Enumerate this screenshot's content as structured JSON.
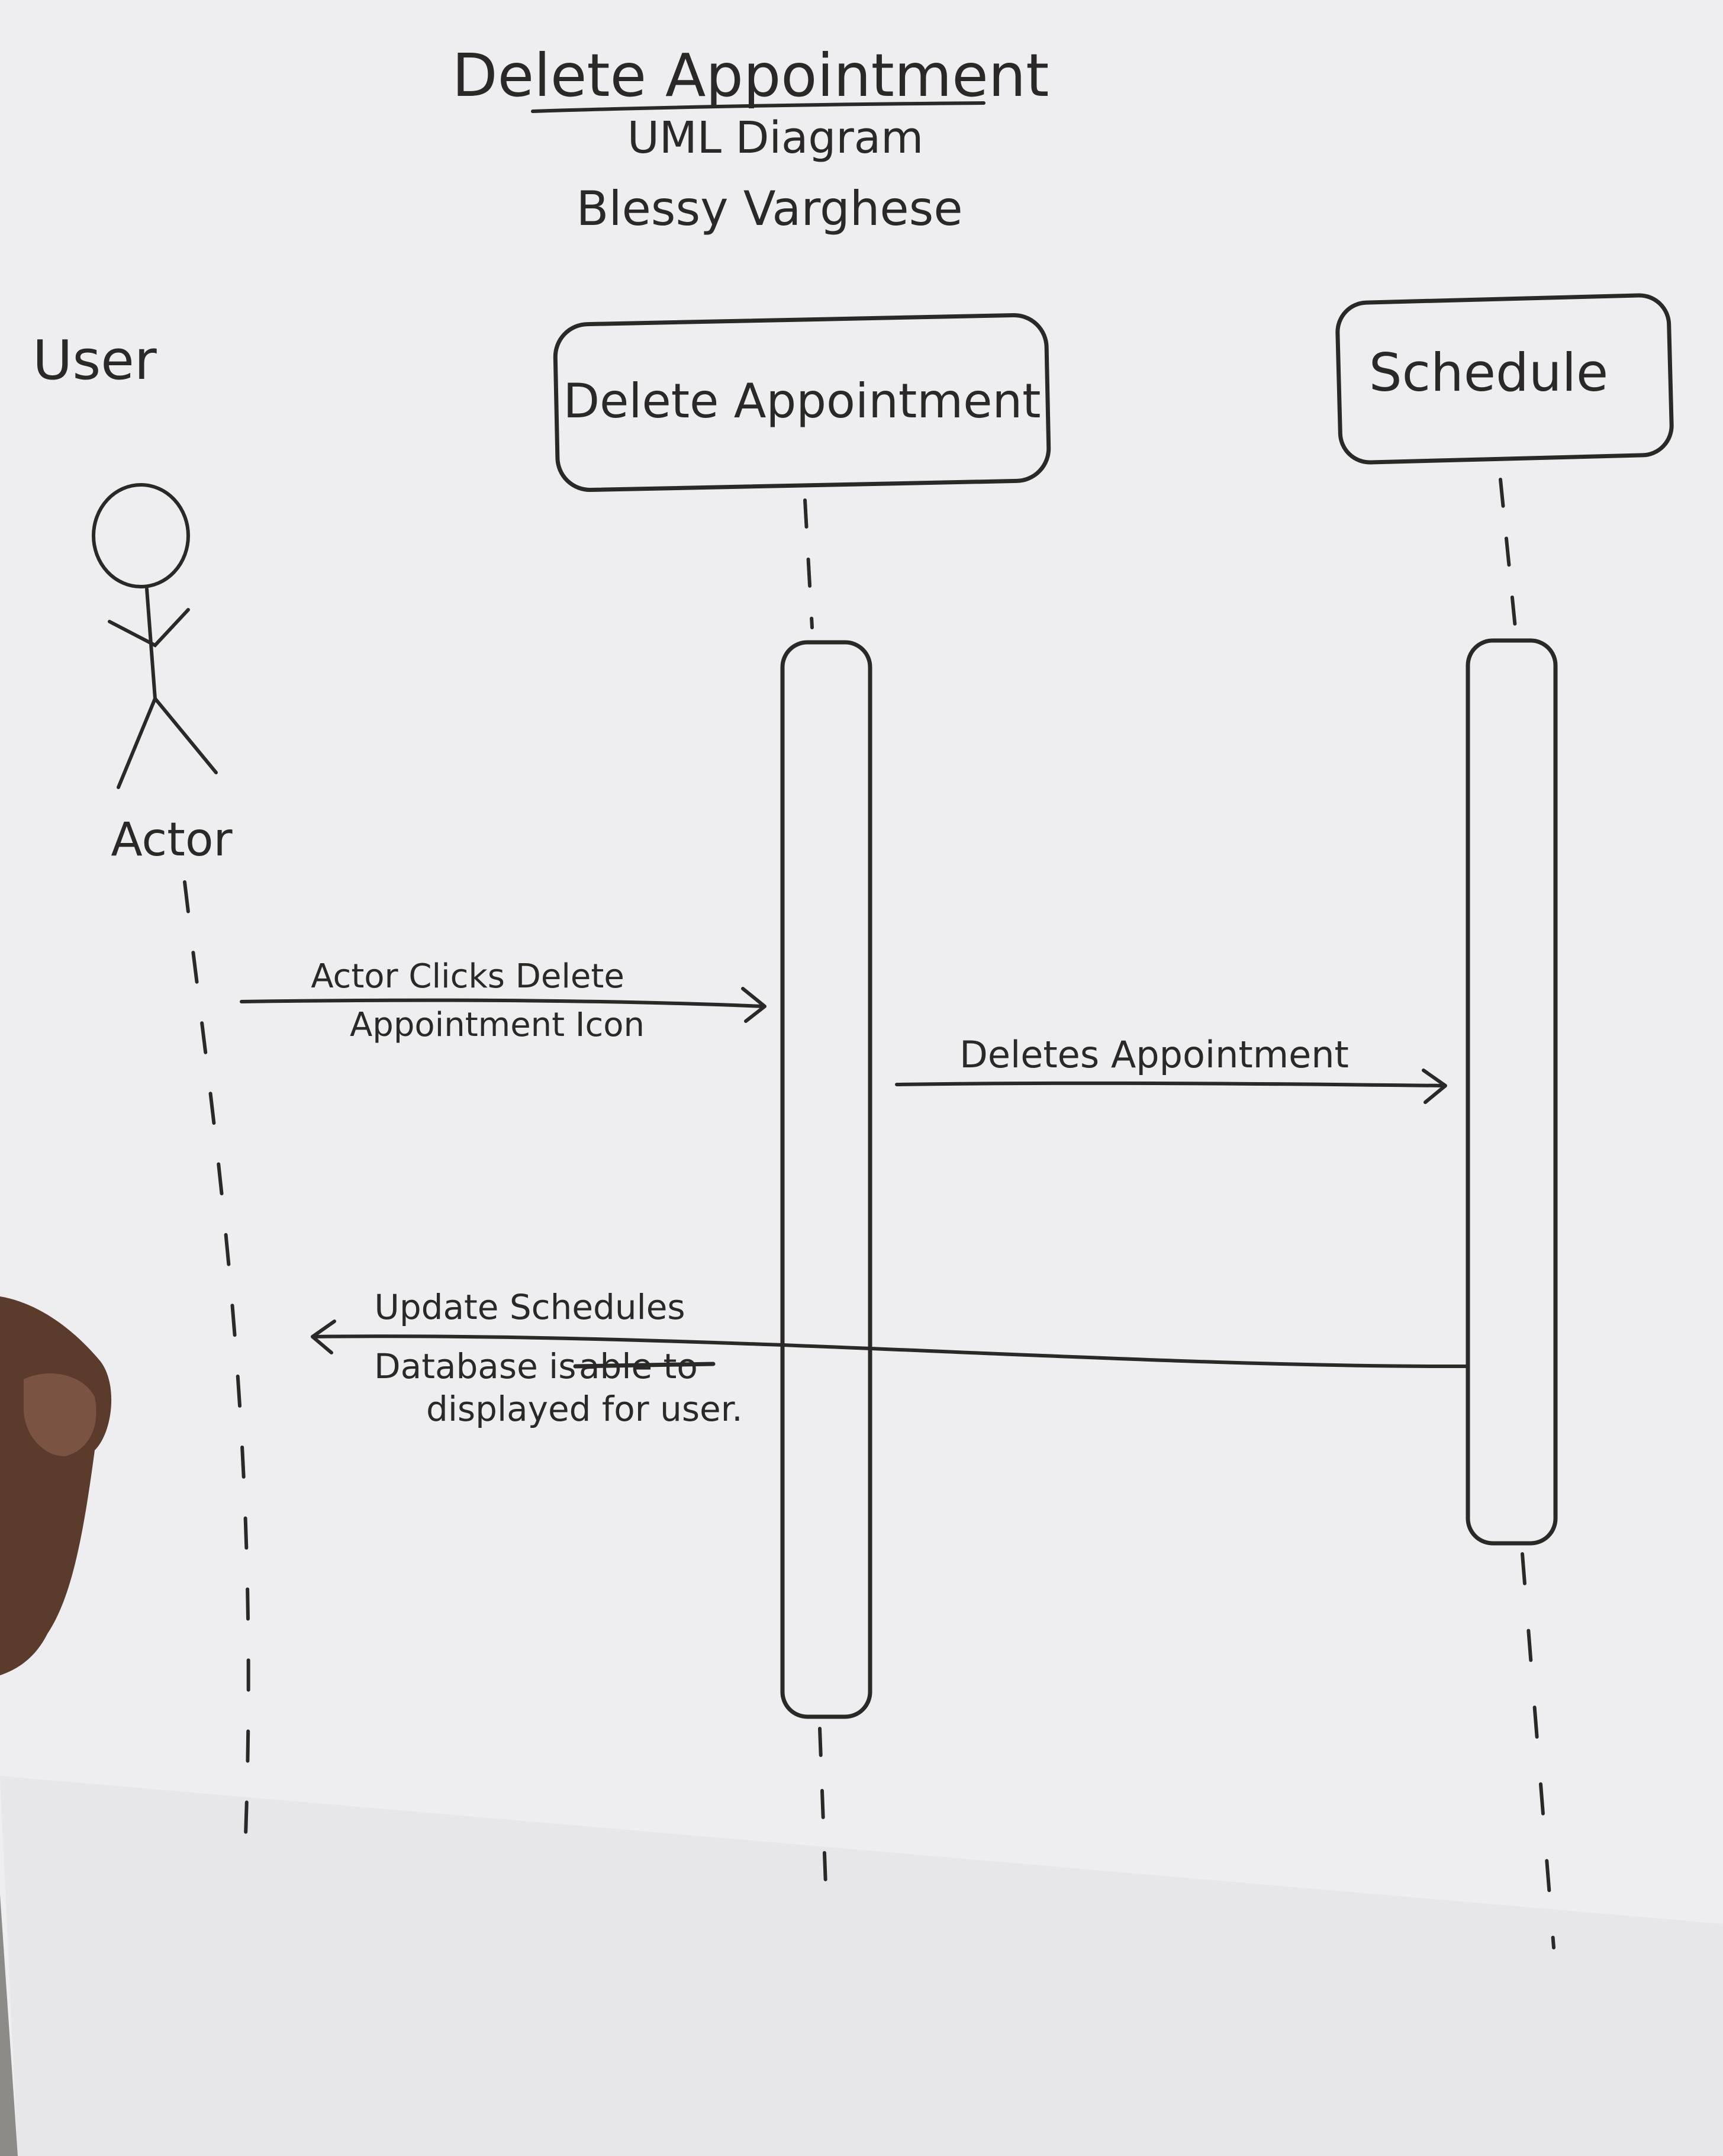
{
  "header": {
    "title": "Delete Appointment",
    "subtitle": "UML Diagram",
    "author": "Blessy Varghese"
  },
  "actor": {
    "group_label": "User",
    "name": "Actor"
  },
  "lifelines": [
    {
      "label": "Delete Appointment"
    },
    {
      "label": "Schedule"
    }
  ],
  "messages": [
    {
      "from": "Actor",
      "to": "Delete Appointment",
      "lines": [
        "Actor Clicks Delete",
        "Appointment Icon"
      ]
    },
    {
      "from": "Delete Appointment",
      "to": "Schedule",
      "lines": [
        "Deletes Appointment"
      ]
    },
    {
      "from": "Schedule",
      "to": "Actor",
      "lines": [
        "Update Schedules",
        "Database is",
        "displayed for user."
      ],
      "struck_text": "able to"
    }
  ],
  "colors": {
    "paper": "#eeedf0",
    "ink": "#2b2828",
    "background": "#8c8b88",
    "hand": "#5a3b2c"
  }
}
